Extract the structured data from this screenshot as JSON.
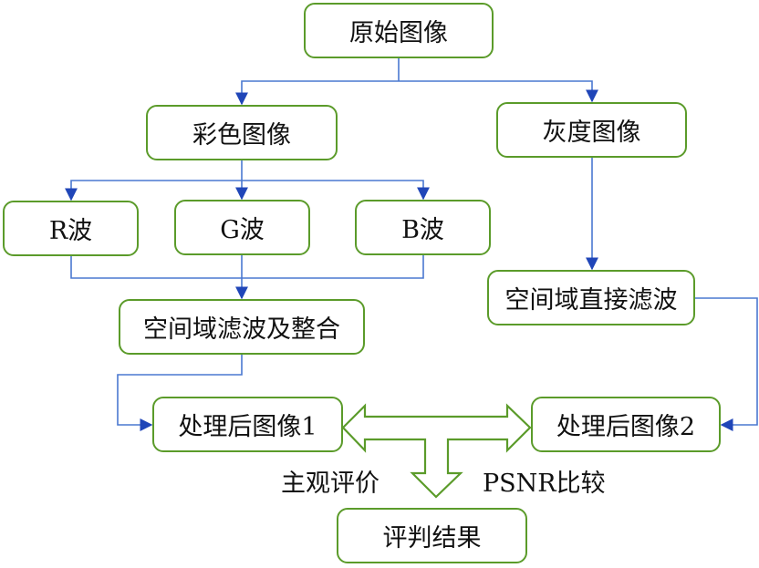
{
  "diagram": {
    "type": "flowchart",
    "colors": {
      "box_border": "#5b9b2a",
      "connector": "#4a78d0",
      "arrowhead": "#2046b8",
      "block_arrow": "#5b9b2a"
    },
    "nodes": {
      "original": "原始图像",
      "color": "彩色图像",
      "gray": "灰度图像",
      "r": "R波",
      "g": "G波",
      "b": "B波",
      "spatial_merge": "空间域滤波及整合",
      "spatial_direct": "空间域直接滤波",
      "processed1": "处理后图像1",
      "processed2": "处理后图像2",
      "result": "评判结果"
    },
    "labels": {
      "subjective": "主观评价",
      "psnr": "PSNR比较"
    },
    "edges": [
      {
        "from": "原始图像",
        "to": "彩色图像"
      },
      {
        "from": "原始图像",
        "to": "灰度图像"
      },
      {
        "from": "彩色图像",
        "to": "R波"
      },
      {
        "from": "彩色图像",
        "to": "G波"
      },
      {
        "from": "彩色图像",
        "to": "B波"
      },
      {
        "from": "R波",
        "to": "空间域滤波及整合"
      },
      {
        "from": "G波",
        "to": "空间域滤波及整合"
      },
      {
        "from": "B波",
        "to": "空间域滤波及整合"
      },
      {
        "from": "灰度图像",
        "to": "空间域直接滤波"
      },
      {
        "from": "空间域滤波及整合",
        "to": "处理后图像1"
      },
      {
        "from": "空间域直接滤波",
        "to": "处理后图像2"
      },
      {
        "from": "处理后图像1 ↔ 处理后图像2",
        "to": "评判结果"
      }
    ]
  }
}
